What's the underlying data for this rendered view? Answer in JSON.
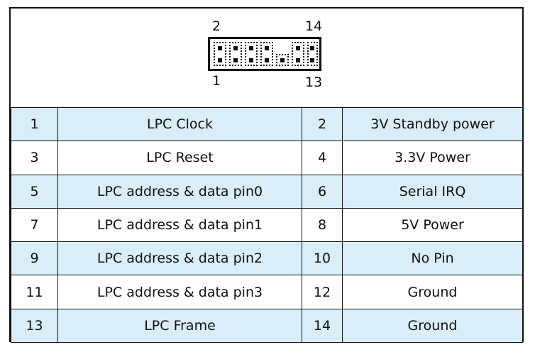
{
  "connector": {
    "top_left_label": "2",
    "top_right_label": "14",
    "bottom_left_label": "1",
    "bottom_right_label": "13",
    "missing_pin": "10"
  },
  "rows": [
    {
      "pin_a": "1",
      "signal_a": "LPC Clock",
      "pin_b": "2",
      "signal_b": "3V Standby power"
    },
    {
      "pin_a": "3",
      "signal_a": "LPC Reset",
      "pin_b": "4",
      "signal_b": "3.3V Power"
    },
    {
      "pin_a": "5",
      "signal_a": "LPC address & data pin0",
      "pin_b": "6",
      "signal_b": "Serial IRQ"
    },
    {
      "pin_a": "7",
      "signal_a": "LPC address & data pin1",
      "pin_b": "8",
      "signal_b": "5V Power"
    },
    {
      "pin_a": "9",
      "signal_a": "LPC address & data pin2",
      "pin_b": "10",
      "signal_b": "No Pin"
    },
    {
      "pin_a": "11",
      "signal_a": "LPC address & data pin3",
      "pin_b": "12",
      "signal_b": "Ground"
    },
    {
      "pin_a": "13",
      "signal_a": "LPC Frame",
      "pin_b": "14",
      "signal_b": "Ground"
    }
  ],
  "colors": {
    "shaded_row": "#d9eef8",
    "border": "#111111"
  }
}
